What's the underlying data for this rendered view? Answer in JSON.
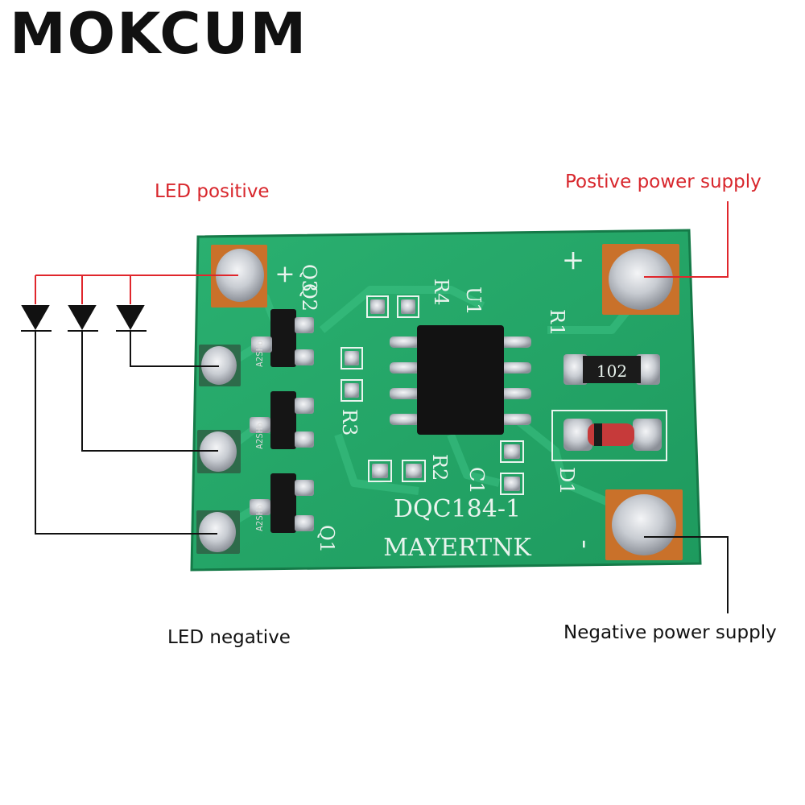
{
  "brand": "MOKCUM",
  "labels": {
    "led_positive": "LED positive",
    "positive_supply": "Postive power supply",
    "led_negative": "LED negative",
    "negative_supply": "Negative power supply"
  },
  "pcb": {
    "board_name": "DQC184-1",
    "maker": "MAYERTNK",
    "resistor_code": "102",
    "plus_sign": "+",
    "minus_sign": "-",
    "designators": {
      "q1": "Q1",
      "q2": "Q2",
      "q3": "Q3",
      "r1": "R1",
      "r2": "R2",
      "r3": "R3",
      "r4": "R4",
      "u1": "U1",
      "c1": "C1",
      "d1": "D1"
    },
    "transistor_marking": "A2SHb"
  },
  "colors": {
    "board": "#23a066",
    "label_red": "#d8262c",
    "wire_red": "#e0262c",
    "wire_black": "#111111",
    "pad_copper": "#c9712a",
    "solder": "#c8ccd2"
  }
}
